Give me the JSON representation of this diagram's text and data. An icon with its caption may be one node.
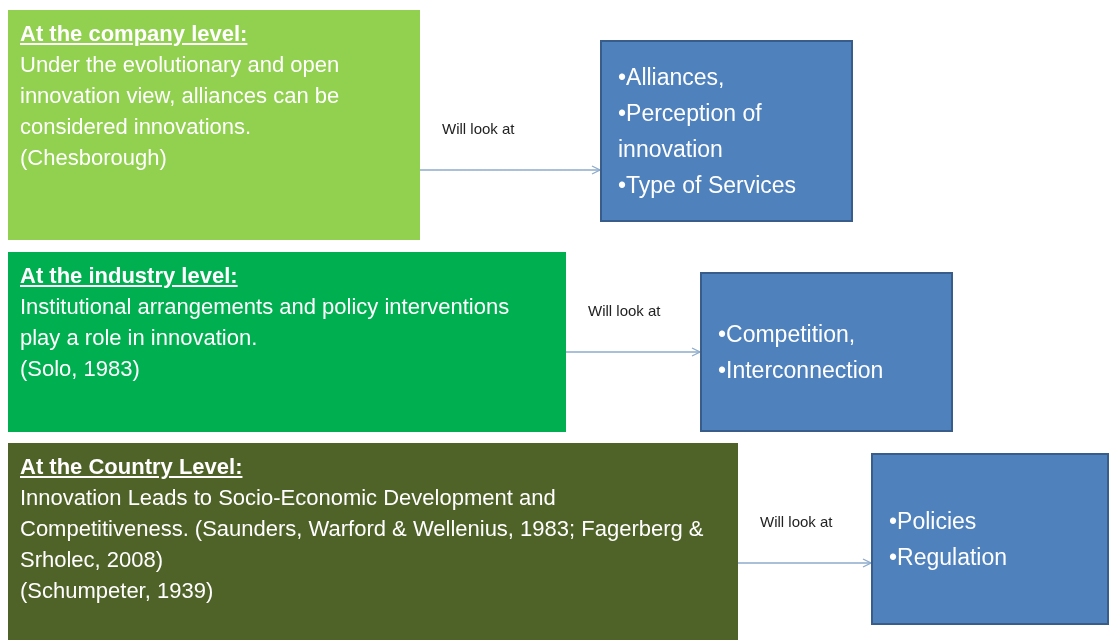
{
  "diagram": {
    "nodes": [
      {
        "text": [
          "At the company level:",
          "Under the evolutionary and open innovation view, alliances can be considered innovations.",
          "(Chesborough)"
        ]
      },
      {
        "text": [
          "•Alliances,",
          "•Perception of innovation",
          "•Type of Services"
        ]
      },
      {
        "text": [
          "At the industry level:",
          "Institutional arrangements and policy interventions play a role in innovation.",
          "(Solo, 1983)"
        ]
      },
      {
        "text": [
          "•Competition,",
          "•Interconnection"
        ]
      },
      {
        "text": [
          "At the Country Level:",
          "Innovation Leads to Socio-Economic Development and Competitiveness. (Saunders, Warford & Wellenius, 1983; Fagerberg & Srholec, 2008)",
          "(Schumpeter, 1939)"
        ]
      },
      {
        "text": [
          "•Policies",
          "•Regulation"
        ]
      }
    ],
    "edges": [
      {
        "from": 0,
        "to": 1,
        "arrow": "to",
        "label": "Will look at"
      },
      {
        "from": 2,
        "to": 3,
        "arrow": "to",
        "label": "Will look at"
      },
      {
        "from": 4,
        "to": 5,
        "arrow": "to",
        "label": "Will look at"
      }
    ]
  }
}
